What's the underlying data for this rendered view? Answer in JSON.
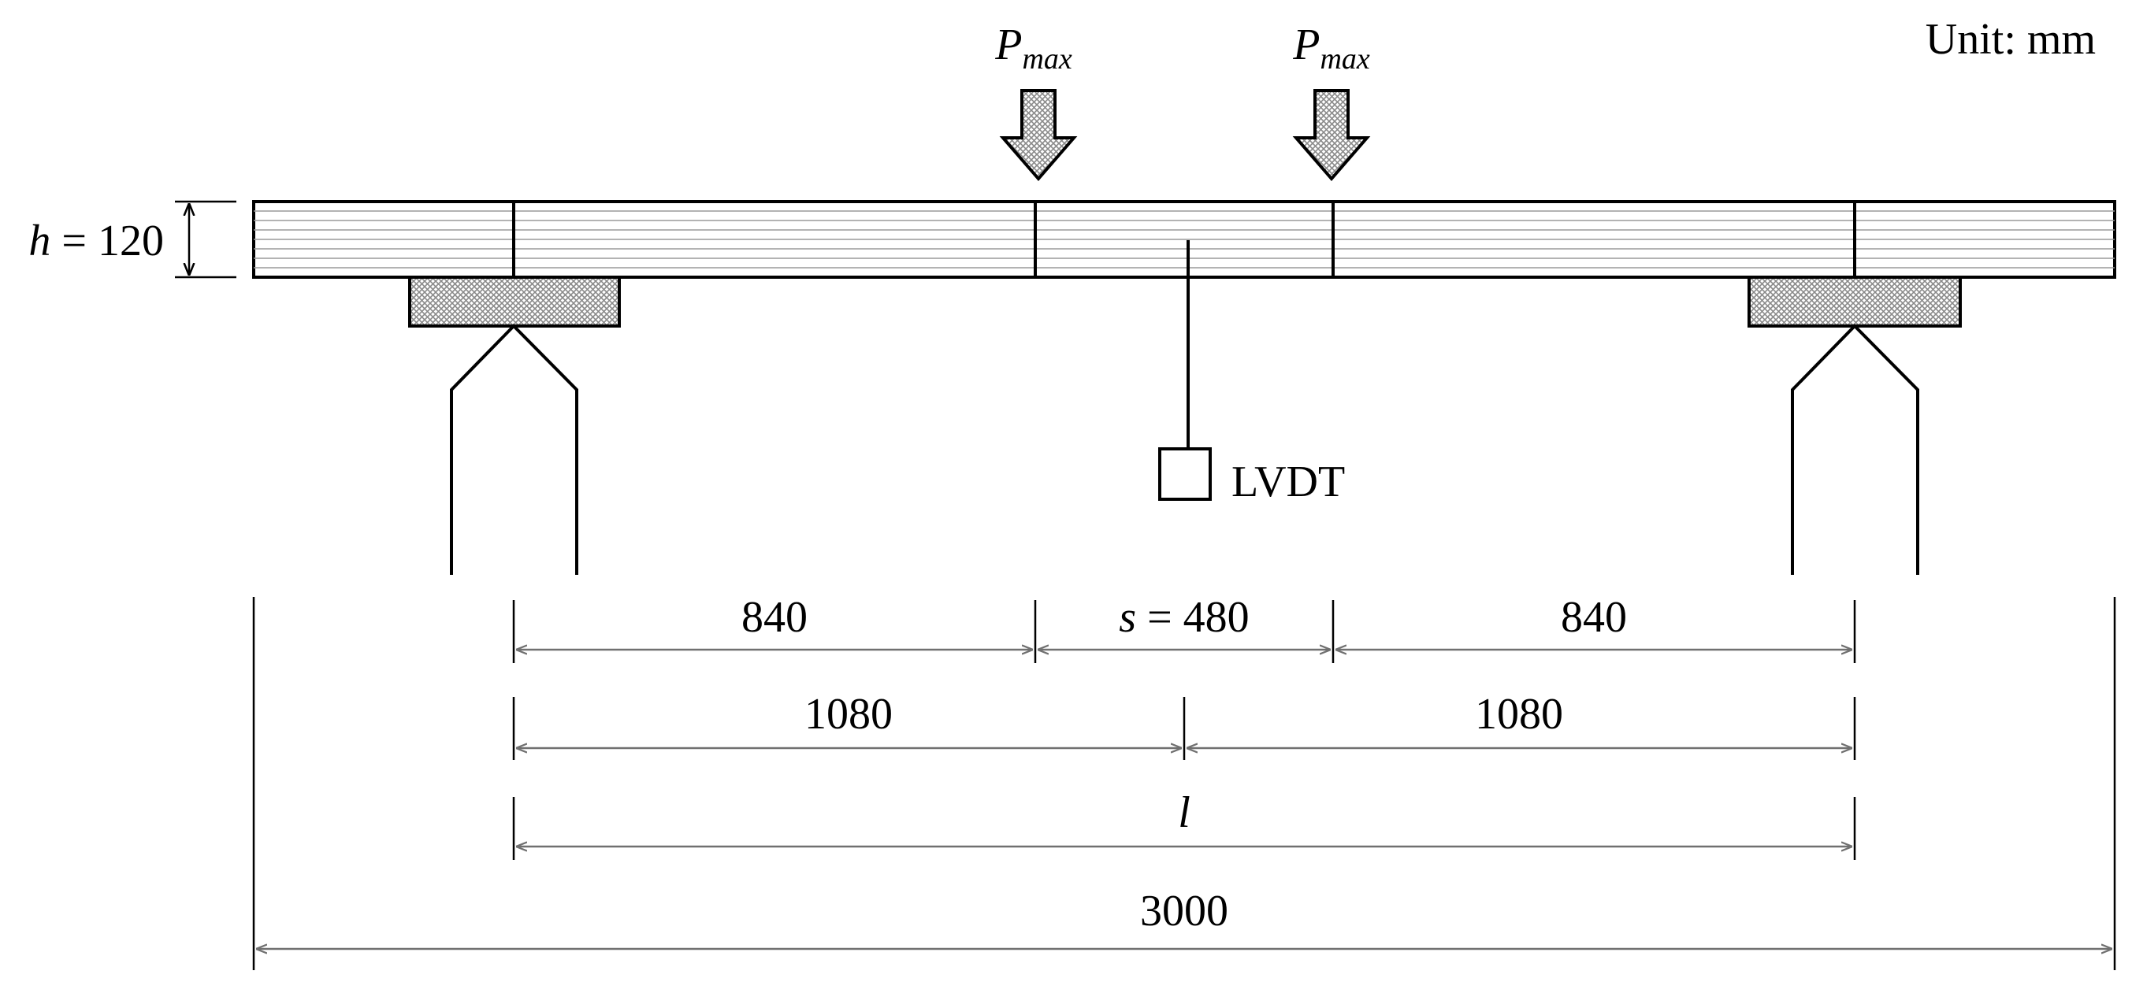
{
  "unit_label": "Unit: mm",
  "load": {
    "symbol": "P",
    "subscript": "max"
  },
  "height": {
    "symbol": "h",
    "text": " = 120"
  },
  "sensor_label": "LVDT",
  "dimensions": {
    "shear_span_left": "840",
    "gauge": {
      "symbol": "s",
      "text": " = 480"
    },
    "shear_span_right": "840",
    "half_span_left": "1080",
    "half_span_right": "1080",
    "span_symbol": "l",
    "total_length": "3000"
  },
  "colors": {
    "line": "#000000",
    "dimension_line": "#707070",
    "pattern_fill": "#b4b4b4"
  }
}
